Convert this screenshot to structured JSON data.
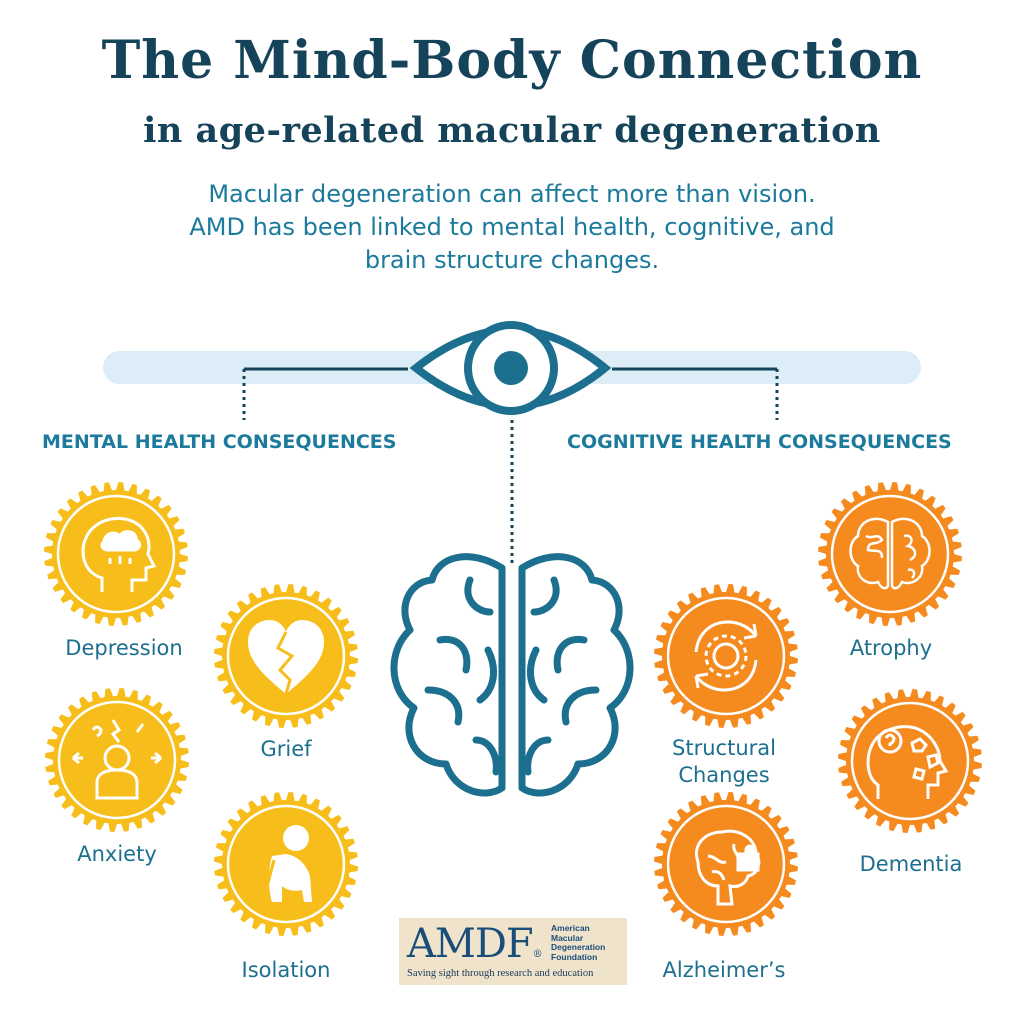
{
  "header": {
    "title": "The Mind-Body Connection",
    "subtitle": "in age-related macular degeneration"
  },
  "intro": {
    "line1": "Macular degeneration can affect more than vision.",
    "line2": "AMD has been linked to mental health, cognitive, and",
    "line3": "brain structure changes."
  },
  "sections": {
    "mental": "MENTAL HEALTH CONSEQUENCES",
    "cognitive": "COGNITIVE HEALTH CONSEQUENCES"
  },
  "mental_items": {
    "depression": "Depression",
    "grief": "Grief",
    "anxiety": "Anxiety",
    "isolation": "Isolation"
  },
  "cognitive_items": {
    "atrophy": "Atrophy",
    "structural_line1": "Structural",
    "structural_line2": "Changes",
    "dementia": "Dementia",
    "alzheimers": "Alzheimer’s"
  },
  "logo": {
    "mark": "AMDF",
    "registered": "®",
    "org_line1": "American",
    "org_line2": "Macular",
    "org_line3": "Degeneration",
    "org_line4": "Foundation",
    "tagline": "Saving sight through research and education"
  },
  "colors": {
    "title": "#14435a",
    "accent_blue": "#1c7a9c",
    "mental_yellow": "#f7bd1a",
    "cognitive_orange": "#f58a1f",
    "bar_light_blue": "#dcedf8"
  }
}
